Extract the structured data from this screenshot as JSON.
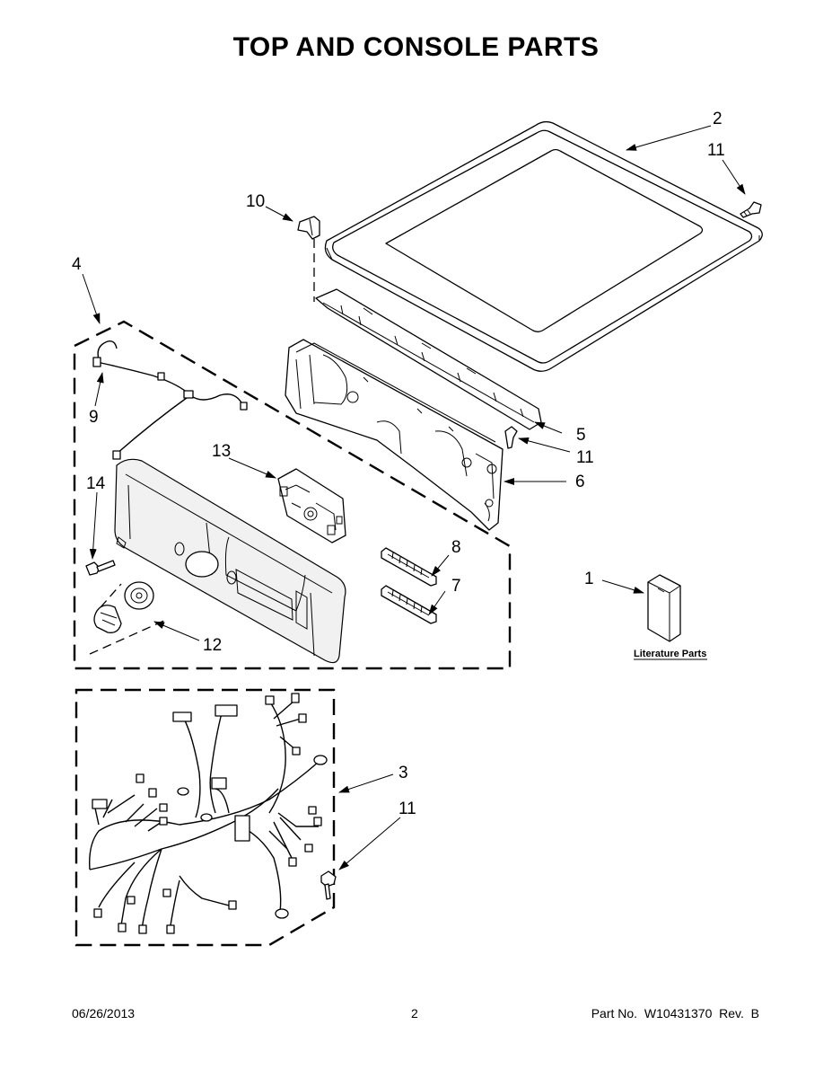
{
  "title": "TOP AND CONSOLE PARTS",
  "callouts": {
    "c1": "1",
    "c2": "2",
    "c3": "3",
    "c4": "4",
    "c5": "5",
    "c6": "6",
    "c7": "7",
    "c8": "8",
    "c9": "9",
    "c10": "10",
    "c11a": "11",
    "c11b": "11",
    "c11c": "11",
    "c12": "12",
    "c13": "13",
    "c14": "14"
  },
  "literature_label": "Literature Parts",
  "footer": {
    "date": "06/26/2013",
    "page": "2",
    "part": "Part No.  W10431370  Rev.  B"
  }
}
